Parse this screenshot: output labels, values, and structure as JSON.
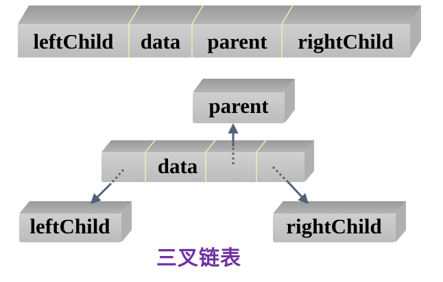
{
  "top_struct": {
    "fields": [
      "leftChild",
      "data",
      "parent",
      "rightChild"
    ]
  },
  "node": {
    "parent_label": "parent",
    "data_label": "data",
    "left_label": "leftChild",
    "right_label": "rightChild"
  },
  "caption": "三叉链表",
  "colors": {
    "box_front": "#c8c8c8",
    "box_top": "#a4a4a4",
    "box_side": "#b2b2b2",
    "divider": "#f0f0b0",
    "arrow": "#4f6178",
    "caption": "#7030a0"
  }
}
